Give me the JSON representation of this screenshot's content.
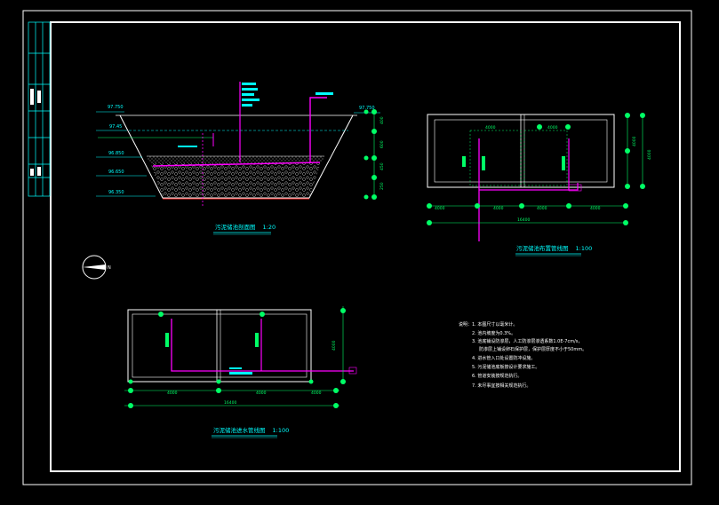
{
  "drawing": {
    "background": "#000000",
    "colors": {
      "frame": "#ffffff",
      "dimension": "#00ff66",
      "annotation": "#00ffff",
      "pipe": "#ff00ff",
      "hatch": "#c0c0c0",
      "liner": "#ff2a2a",
      "note_text": "#ffffff"
    },
    "title_block_icon": "title-block-strip",
    "north_icon": "north-arrow-icon"
  },
  "section_view": {
    "title": "污泥储池剖面图",
    "scale": "1:20",
    "elevations_left": [
      "97.750",
      "97.45",
      "96.850",
      "96.650",
      "96.350"
    ],
    "elevations_right": [
      "97.750"
    ],
    "dims_right": [
      "400",
      "600",
      "450",
      "250"
    ]
  },
  "plan_upper": {
    "title": "污泥储池布置管线图",
    "scale": "1:100",
    "dims_bottom": [
      "4000",
      "4000",
      "4000",
      "4000"
    ],
    "dim_total": "16400",
    "dims_right": [
      "4000",
      "4000"
    ],
    "inner_dims": [
      "4000",
      "4000"
    ]
  },
  "plan_lower": {
    "title": "污泥储池进水管线图",
    "scale": "1:100",
    "dims_bottom": [
      "4000",
      "4000",
      "4000"
    ],
    "dim_total": "16400",
    "dims_right": [
      "4000"
    ]
  },
  "notes": {
    "items": [
      "说明：1. 本图尺寸以毫米计。",
      "2. 池内坡度为0.3%。",
      "3. 池底铺设防渗层，人工防渗层渗透系数1.0E-7cm/s，",
      "防渗层上铺设卵石保护层，保护层厚度不小于50mm。",
      "4. 进水管入口处设置防冲设施。",
      "5. 污泥储池底板按设计要求施工。",
      "6. 管道安装按规范执行。",
      "7. 未尽事宜按相关规范执行。"
    ]
  }
}
